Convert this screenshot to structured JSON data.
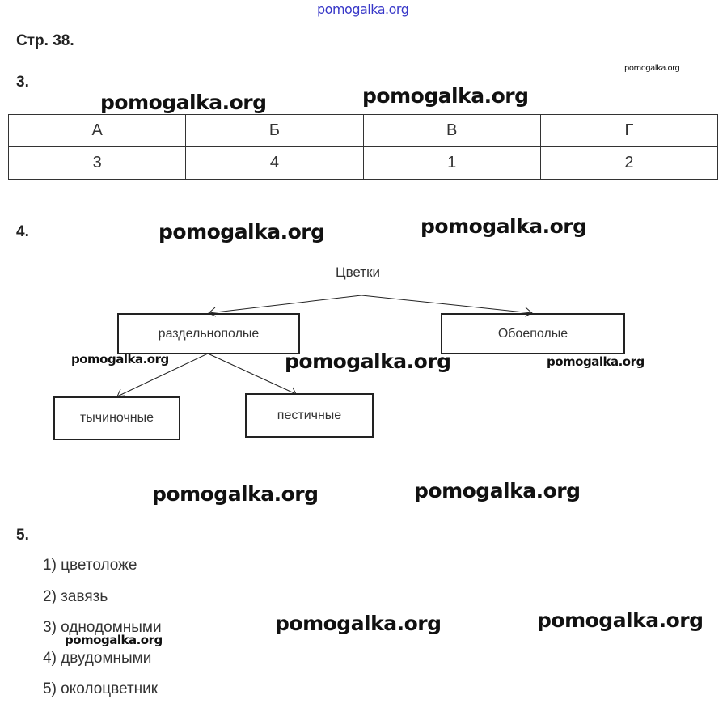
{
  "page_title": "Стр. 38.",
  "tasks": {
    "t3": "3.",
    "t4": "4.",
    "t5": "5."
  },
  "table": {
    "headers": [
      "А",
      "Б",
      "В",
      "Г"
    ],
    "values": [
      "3",
      "4",
      "1",
      "2"
    ]
  },
  "diagram": {
    "root": "Цветки",
    "left": "раздельнополые",
    "right": "Обоеполые",
    "left_child_1": "тычиночные",
    "left_child_2": "пестичные"
  },
  "answers": [
    "1) цветоложе",
    "2) завязь",
    "3) однодомными",
    "4) двудомными",
    "5) околоцветник"
  ],
  "watermark": "pomogalka.org"
}
